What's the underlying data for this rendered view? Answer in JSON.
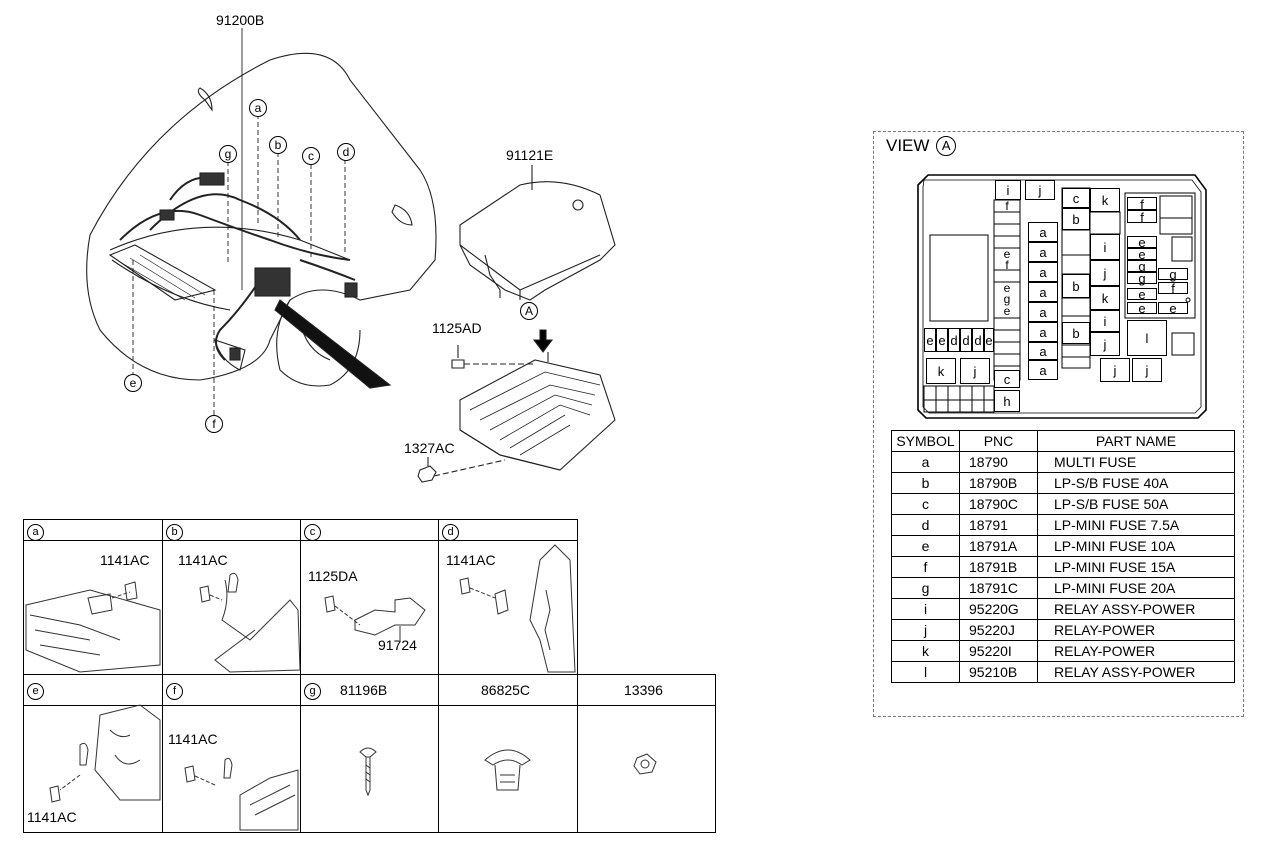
{
  "main_labels": {
    "wiring": "91200B",
    "cover": "91121E",
    "bolt_box": "1125AD",
    "nut_box": "1327AC",
    "view_marker": "A"
  },
  "callouts": [
    "a",
    "b",
    "c",
    "d",
    "e",
    "f",
    "g"
  ],
  "view": {
    "title": "VIEW",
    "marker": "A"
  },
  "fuse_labels": {
    "i1": "i",
    "j1": "j",
    "c1": "c",
    "k1": "k",
    "b1": "b",
    "f1": "f",
    "f2": "f",
    "a1": "a",
    "a2": "a",
    "a3": "a",
    "a4": "a",
    "a5": "a",
    "a6": "a",
    "a7": "a",
    "e1": "e",
    "f3": "f",
    "e2": "e",
    "g1": "g",
    "e3": "e",
    "b2": "b",
    "b3": "b",
    "i2": "i",
    "j2": "j",
    "k2": "k",
    "i3": "i",
    "j3": "j",
    "rf1": "f",
    "rf2": "f",
    "re1": "e",
    "re2": "e",
    "rg1": "g",
    "rg2": "g",
    "re3": "e",
    "re4": "e",
    "rg3": "g",
    "rf3": "f",
    "re5": "e",
    "l1": "l",
    "bot_e1": "e",
    "bot_e2": "e",
    "bot_d1": "d",
    "bot_d2": "d",
    "bot_e3": "e",
    "k3": "k",
    "j4": "j",
    "c2": "c",
    "h1": "h",
    "j5": "j",
    "j6": "j"
  },
  "parts_table": {
    "headers": [
      "SYMBOL",
      "PNC",
      "PART NAME"
    ],
    "rows": [
      [
        "a",
        "18790",
        "MULTI FUSE"
      ],
      [
        "b",
        "18790B",
        "LP-S/B FUSE 40A"
      ],
      [
        "c",
        "18790C",
        "LP-S/B FUSE 50A"
      ],
      [
        "d",
        "18791",
        "LP-MINI FUSE 7.5A"
      ],
      [
        "e",
        "18791A",
        "LP-MINI FUSE 10A"
      ],
      [
        "f",
        "18791B",
        "LP-MINI FUSE 15A"
      ],
      [
        "g",
        "18791C",
        "LP-MINI FUSE 20A"
      ],
      [
        "i",
        "95220G",
        "RELAY ASSY-POWER"
      ],
      [
        "j",
        "95220J",
        "RELAY-POWER"
      ],
      [
        "k",
        "95220I",
        "RELAY-POWER"
      ],
      [
        "l",
        "95210B",
        "RELAY ASSY-POWER"
      ]
    ]
  },
  "detail_grid": {
    "a": {
      "label": "a",
      "part": "1141AC"
    },
    "b": {
      "label": "b",
      "part": "1141AC"
    },
    "c": {
      "label": "c",
      "part": "1125DA",
      "part2": "91724"
    },
    "d": {
      "label": "d",
      "part": "1141AC"
    },
    "e": {
      "label": "e",
      "part": "1141AC"
    },
    "f": {
      "label": "f",
      "part": "1141AC"
    },
    "g": {
      "label": "g",
      "part": "81196B"
    },
    "h": {
      "part": "86825C"
    },
    "i": {
      "part": "13396"
    }
  }
}
